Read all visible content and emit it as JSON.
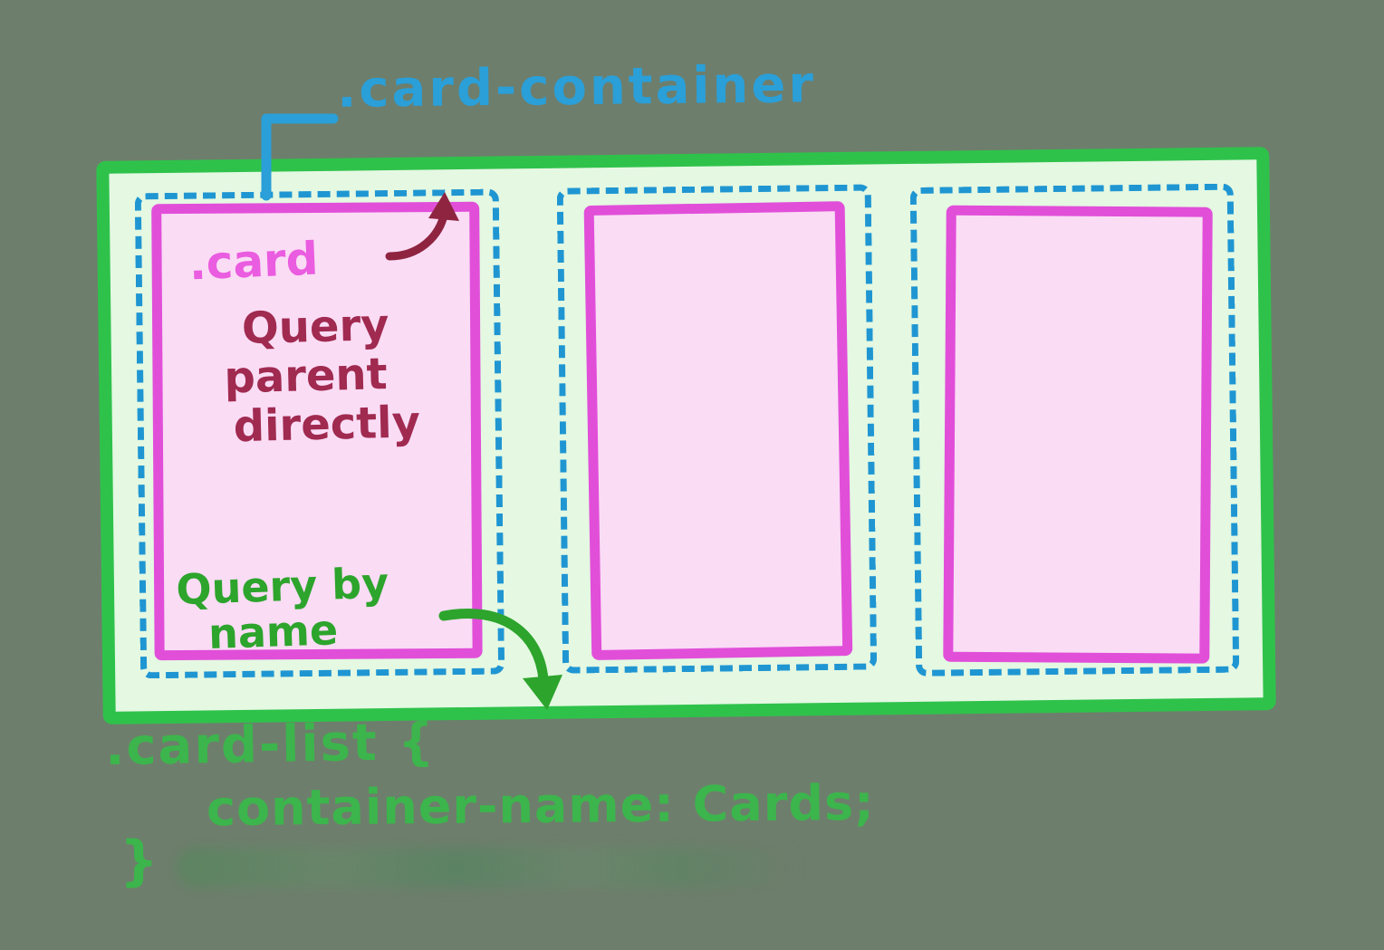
{
  "labels": {
    "container": ".card-container",
    "card": ".card"
  },
  "annotations": {
    "parent": [
      "Query",
      "parent",
      "directly"
    ],
    "by_name": [
      "Query by",
      "name"
    ]
  },
  "code": [
    ".card-list {",
    "container-name: Cards;",
    "}"
  ],
  "colors": {
    "bg": "#6e7e6c",
    "container-border": "#2fc24b",
    "container-fill": "#e4f8e2",
    "outline-blue": "#1f96d2",
    "label-blue": "#2a9fd8",
    "card-border": "#e14fd9",
    "card-fill": "#fadcf5",
    "card-label": "#ea5ce0",
    "maroon": "#a02a50",
    "arrow-dark": "#8e2440",
    "annotation-green": "#2da42c",
    "code-green": "#3cb54c"
  }
}
